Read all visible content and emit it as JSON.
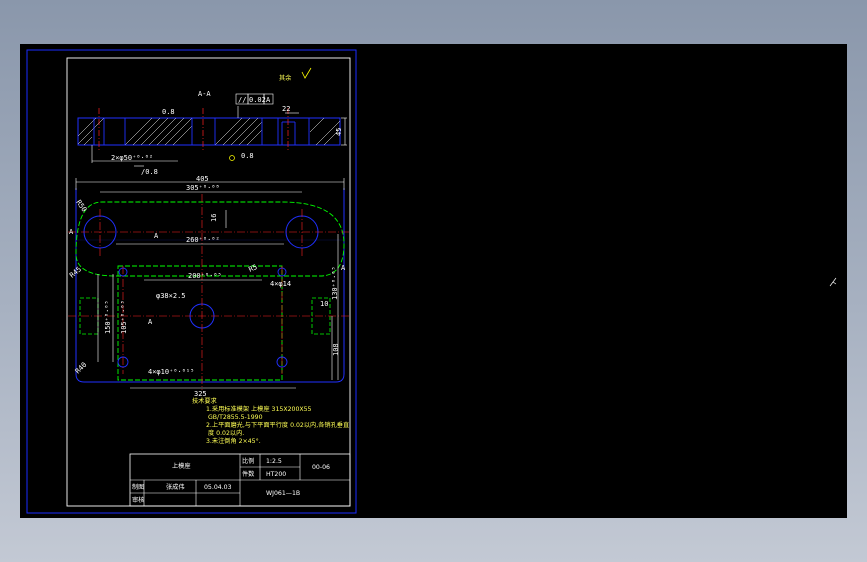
{
  "drawing": {
    "section_label": "A-A",
    "flatness_callout": {
      "symbol": "//",
      "value": "0.02",
      "datum": "A"
    },
    "roughness_top": "0.8",
    "roughness_bottom": "0.8",
    "surface_finish_note": "其余",
    "hole_callout_top": "2×φ50⁺⁰·⁰²",
    "hole_callout_top_sub": "/0.8",
    "dim_22": "22",
    "dim_45": "45",
    "dim_405": "405",
    "dim_305": "305⁺⁰·⁰⁸",
    "dim_r50": "R50",
    "dim_r45": "R45",
    "dim_260": "260⁺⁰·⁰²",
    "dim_200": "200⁺⁰·⁰⁵",
    "dim_4xphi14": "4×φ14",
    "dim_phi38": "φ38×2.5",
    "dim_150": "150⁺⁰·⁰⁵",
    "dim_105": "105⁺⁰·⁰³",
    "dim_130": "130⁺⁰·⁰⁵",
    "dim_108": "108",
    "dim_16": "16",
    "dim_10": "10",
    "dim_4xphi10": "4×φ10⁺⁰·⁰¹⁵",
    "dim_r5": "R5",
    "dim_r40": "R40",
    "dim_325": "325",
    "label_a": "A",
    "tech_notes": [
      "技术要求",
      "1.采用标准模架 上模座 315X200X55",
      "GB/T2855.5-1990",
      "2.上平面磨光,与下平面平行度 0.02以内,各销孔垂直",
      "度 0.02以内.",
      "3.未注倒角 2×45°."
    ],
    "title_block": {
      "part_name": "上模座",
      "scale_label": "比例",
      "scale_value": "1:2.5",
      "qty_label": "件数",
      "material": "HT200",
      "drawing_no": "00-06",
      "designer_label": "制图",
      "designer_name": "张成伟",
      "date": "05.04.03",
      "checker_label": "审核",
      "school": "WJ061—1B"
    }
  },
  "colors": {
    "border": "#0000ff",
    "frame": "#ffffff",
    "outline": "#00ff00",
    "dims": "#ffffff",
    "notes": "#ffff00",
    "center": "#ff0000",
    "hatch": "#ffffff",
    "part_edges": "#0000ff"
  }
}
